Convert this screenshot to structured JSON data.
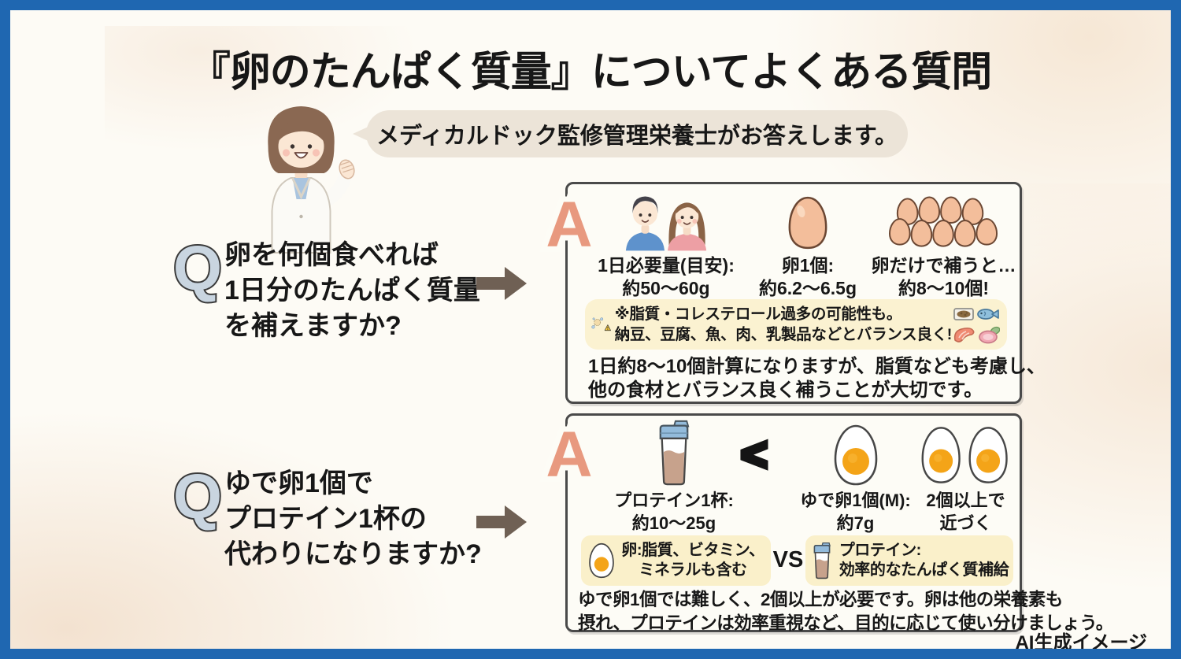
{
  "colors": {
    "frame_blue": "#1F67B1",
    "background": "#FDFBF5",
    "wash_peach": "#F6E7D5",
    "bubble_beige": "#ECE4D8",
    "q_letter_fill": "#C9D5E0",
    "a_letter_salmon": "#E8997F",
    "arrow_brown": "#6F6054",
    "box_border": "#4A4A4A",
    "cream_panel": "#FBF2D1",
    "egg_brown": "#F3BE9B",
    "yolk_orange": "#F4A418",
    "shaker_lid_blue": "#93BBDB"
  },
  "title": "『卵のたんぱく質量』についてよくある質問",
  "intro": {
    "speech_bubble": "メディカルドック監修管理栄養士がお答えします。"
  },
  "q1": {
    "q_label": "Q",
    "lines": [
      "卵を何個食べれば",
      "1日分のたんぱく質量",
      "を補えますか?"
    ],
    "answer": {
      "a_label": "A",
      "items": [
        {
          "icon": "couple-icon",
          "label_lines": [
            "1日必要量(目安):",
            "約50〜60g"
          ]
        },
        {
          "icon": "egg-icon",
          "label_lines": [
            "卵1個:",
            "約6.2〜6.5g"
          ]
        },
        {
          "icon": "egg-cluster-icon",
          "label_lines": [
            "卵だけで補うと…",
            "約8〜10個!"
          ]
        }
      ],
      "warning_lines": [
        "※脂質・コレステロール過多の可能性も。",
        "納豆、豆腐、魚、肉、乳製品などとバランス良く!"
      ],
      "note_lines": [
        "1日約8〜10個計算になりますが、脂質なども考慮し、",
        "他の食材とバランス良く補うことが大切です。"
      ]
    }
  },
  "q2": {
    "q_label": "Q",
    "lines": [
      "ゆで卵1個で",
      "プロテイン1杯の",
      "代わりになりますか?"
    ],
    "answer": {
      "a_label": "A",
      "comparison": {
        "operator": "<",
        "protein": {
          "icon": "protein-shaker-icon",
          "label_lines": [
            "プロテイン1杯:",
            "約10〜25g"
          ]
        },
        "egg1": {
          "icon": "boiled-egg-icon",
          "label_lines": [
            "ゆで卵1個(M):",
            "約7g"
          ]
        },
        "egg2": {
          "icon": "two-boiled-eggs-icon",
          "label_lines": [
            "2個以上で",
            "近づく"
          ]
        }
      },
      "vs": {
        "left_lines": [
          "卵:脂質、ビタミン、",
          "ミネラルも含む"
        ],
        "vs_label": "VS",
        "right_lines": [
          "プロテイン:",
          "効率的なたんぱく質補給"
        ]
      },
      "note_lines": [
        "ゆで卵1個では難しく、2個以上が必要です。卵は他の栄養素も",
        "摂れ、プロテインは効率重視など、目的に応じて使い分けましょう。"
      ]
    }
  },
  "footer": {
    "credit": "AI生成イメージ"
  },
  "icons": {
    "nutritionist": "dietitian-woman-in-lab-coat",
    "couple": "man-and-woman",
    "egg": "raw-brown-egg",
    "egg_cluster": "pile-of-eggs",
    "molecule": "cholesterol-molecule",
    "warning": "warning-triangle",
    "natto": "natto-pack",
    "fish": "fish",
    "salmon": "salmon-slice",
    "meat": "meat-slice",
    "shaker": "protein-shaker",
    "boiled_egg": "boiled-egg-half",
    "arrow": "right-arrow"
  }
}
